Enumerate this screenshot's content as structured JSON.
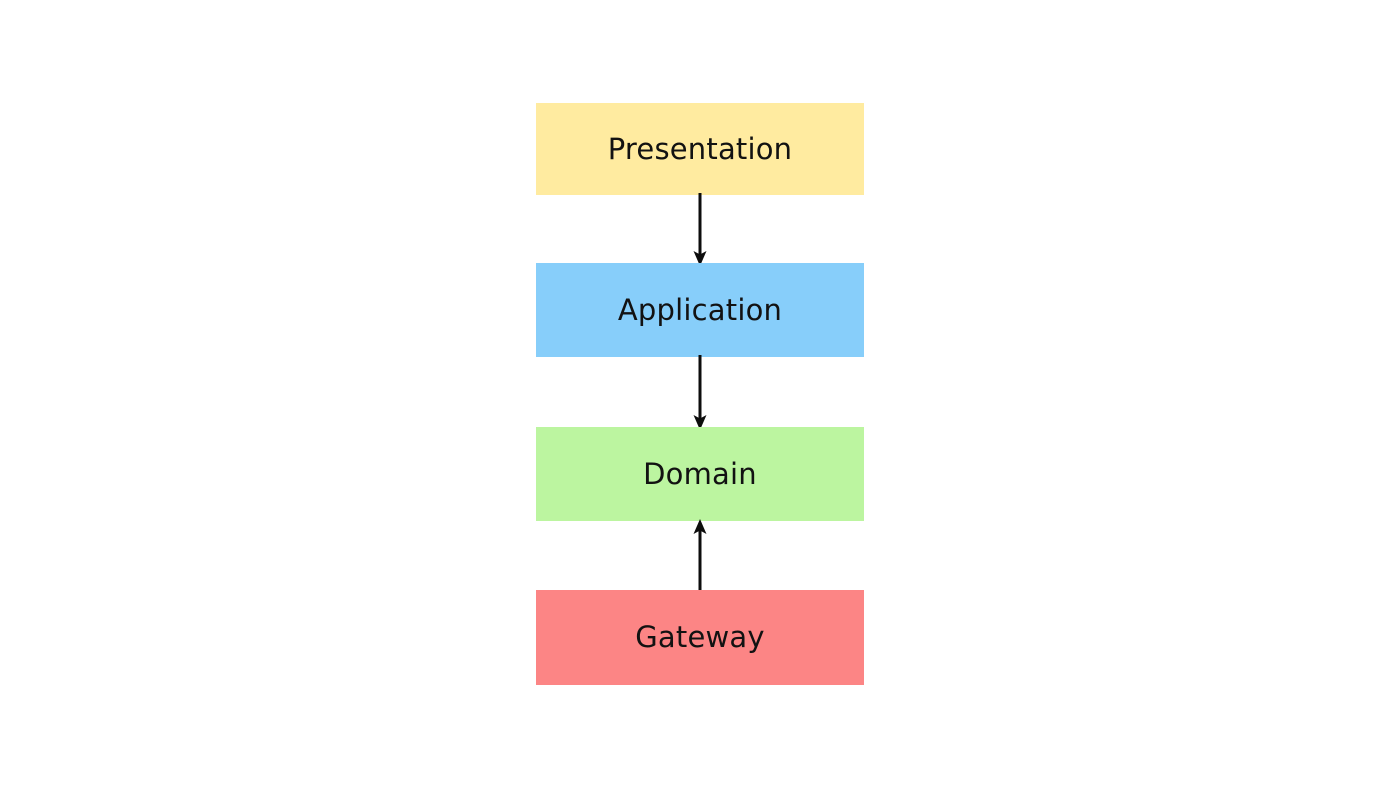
{
  "diagram": {
    "type": "layered-architecture-flow",
    "background_color": "#ffffff",
    "title": "",
    "nodes": [
      {
        "id": "presentation",
        "label": "Presentation",
        "color": "#ffeba0",
        "text_color": "#121212",
        "order": 1
      },
      {
        "id": "application",
        "label": "Application",
        "color": "#87cefa",
        "text_color": "#121212",
        "order": 2
      },
      {
        "id": "domain",
        "label": "Domain",
        "color": "#bcf5a0",
        "text_color": "#121212",
        "order": 3
      },
      {
        "id": "gateway",
        "label": "Gateway",
        "color": "#fc8585",
        "text_color": "#121212",
        "order": 4
      }
    ],
    "edges": [
      {
        "id": "presentation-application",
        "from": "presentation",
        "to": "application",
        "direction": "down",
        "label": "",
        "color": "#0d0d0d"
      },
      {
        "id": "application-domain",
        "from": "application",
        "to": "domain",
        "direction": "down",
        "label": "",
        "color": "#0d0d0d"
      },
      {
        "id": "gateway-domain",
        "from": "gateway",
        "to": "domain",
        "direction": "up",
        "label": "",
        "color": "#0d0d0d"
      }
    ]
  }
}
